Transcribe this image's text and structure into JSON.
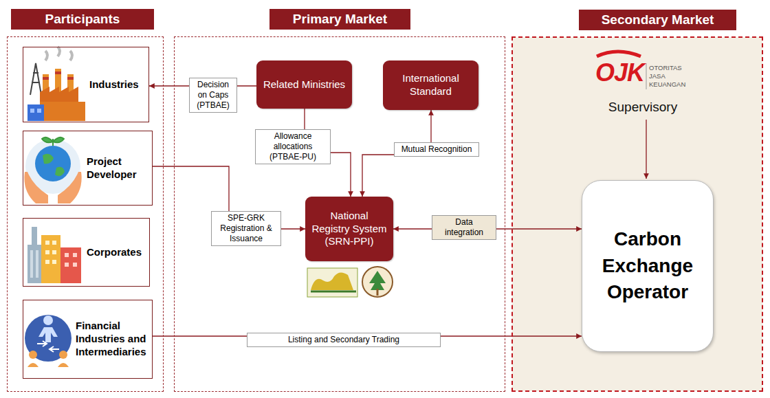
{
  "diagram": {
    "nodes": [
      {
        "text": [
          "Participants"
        ]
      },
      {
        "text": [
          "Primary Market"
        ]
      },
      {
        "text": [
          "Secondary Market"
        ]
      },
      {
        "text": [
          "Industries"
        ],
        "in": 0
      },
      {
        "text": [
          "Project Developer"
        ],
        "in": 0
      },
      {
        "text": [
          "Corporates"
        ],
        "in": 0
      },
      {
        "text": [
          "Financial Industries and Intermediaries"
        ],
        "in": 0
      },
      {
        "text": [
          "Related Ministries"
        ],
        "in": 1
      },
      {
        "text": [
          "International Standard"
        ],
        "in": 1
      },
      {
        "text": [
          "National Registry System (SRN-PPI)"
        ],
        "in": 1
      },
      {
        "text": [
          "Carbon Exchange Operator"
        ],
        "in": 2
      }
    ],
    "edges": [
      {
        "from": 7,
        "to": 3,
        "label": "Decision on Caps (PTBAE)",
        "arrow": "to"
      },
      {
        "from": 7,
        "to": 9,
        "label": "Allowance allocations (PTBAE-PU)",
        "arrow": "to"
      },
      {
        "from": 9,
        "to": 8,
        "label": "Mutual Recognition",
        "arrow": "both"
      },
      {
        "from": 4,
        "to": 9,
        "label": "SPE-GRK Registration & Issuance",
        "arrow": "to"
      },
      {
        "from": 9,
        "to": 10,
        "label": "Data integration",
        "arrow": "both"
      },
      {
        "from": 6,
        "to": 10,
        "label": "Listing and Secondary Trading",
        "arrow": "to"
      }
    ],
    "labels": [
      "OJK",
      "OTORITAS JASA KEUANGAN",
      "Supervisory"
    ]
  }
}
